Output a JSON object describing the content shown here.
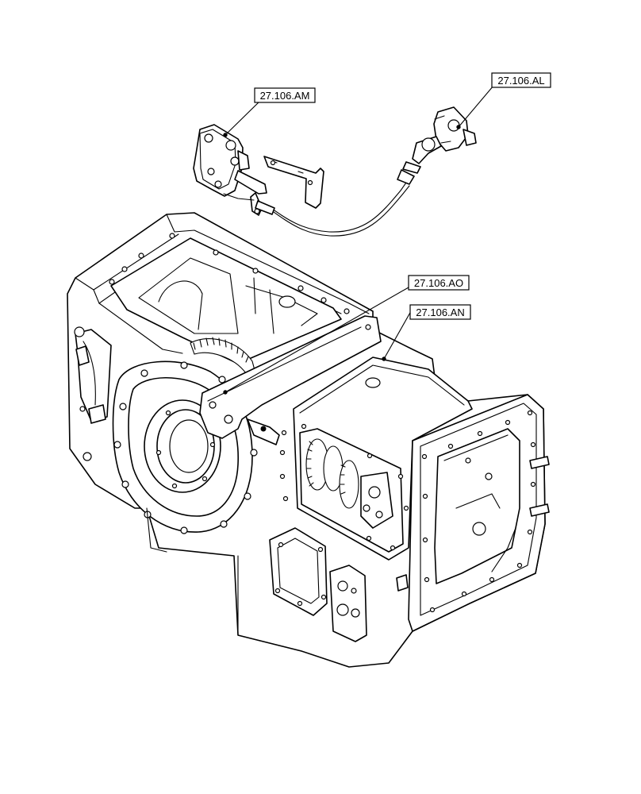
{
  "callouts": {
    "am": "27.106.AM",
    "al": "27.106.AL",
    "ao": "27.106.AO",
    "an": "27.106.AN"
  },
  "colors": {
    "line": "#000000",
    "background": "#ffffff"
  }
}
